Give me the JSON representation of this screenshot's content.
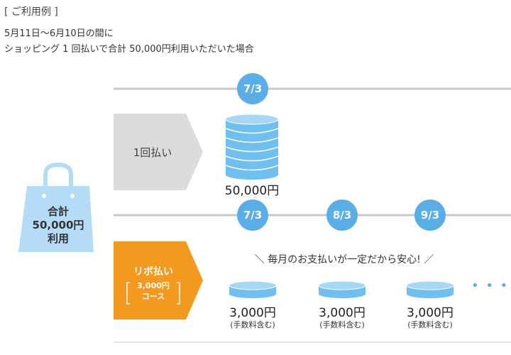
{
  "header": {
    "tag": "[ ご利用例 ]",
    "line1": "5月11日〜6月10日の間に",
    "line2": "ショッピング 1 回払いで合計 50,000円利用いただいた場合"
  },
  "bag": {
    "line1": "合計",
    "line2": "50,000円",
    "line3": "利用"
  },
  "one_time": {
    "label": "1回払い",
    "date": "7/3",
    "amount": "50,000円"
  },
  "revolving": {
    "label": "リボ払い",
    "course_line1": "3,000円",
    "course_line2": "コース",
    "tagline": "＼ 毎月のお支払いが一定だから安心! ／",
    "payments": [
      {
        "date": "7/3",
        "amount": "3,000円",
        "note": "(手数料含む)"
      },
      {
        "date": "8/3",
        "amount": "3,000円",
        "note": "(手数料含む)"
      },
      {
        "date": "9/3",
        "amount": "3,000円",
        "note": "(手数料含む)"
      }
    ],
    "more": "• • •"
  },
  "colors": {
    "line": "#c8c8c8",
    "date_circle": "#5aaee8",
    "coin": "#6fbff0",
    "bag": "#b4dcf7",
    "one_time_arrow": "#dcdcdc",
    "revolving_arrow": "#f39a1e"
  }
}
